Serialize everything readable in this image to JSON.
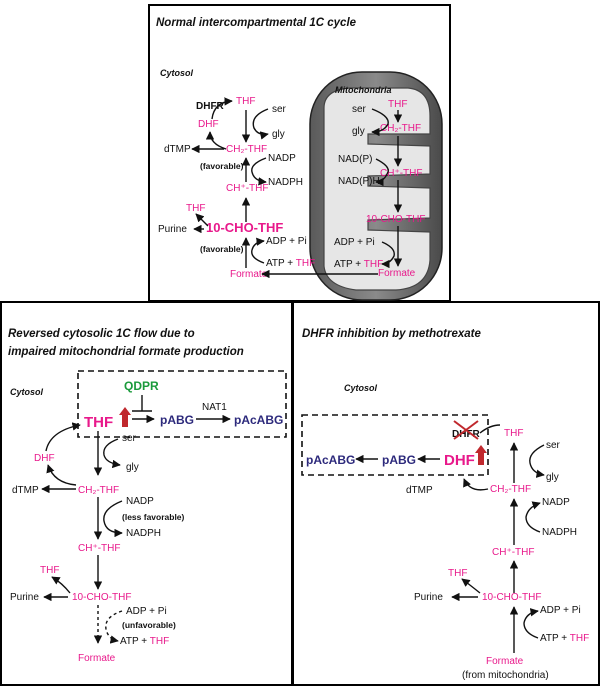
{
  "panels": {
    "top": {
      "title": "Normal intercompartmental 1C cycle",
      "cytosol": "Cytosol",
      "mito": "Mitochondria",
      "c": {
        "dhfr": "DHFR",
        "thf": "THF",
        "ser": "ser",
        "dhf": "DHF",
        "gly": "gly",
        "dtmp": "dTMP",
        "ch2": "CH₂-THF",
        "favorable": "(favorable)",
        "nadp": "NADP",
        "nadph": "NADPH",
        "chthf": "CH⁺-THF",
        "thf2": "THF",
        "purine": "Purine",
        "cho": "10-CHO-THF",
        "favorable2": "(favorable)",
        "adp": "ADP + Pi",
        "atp": "ATP + ",
        "thf3": "THF",
        "formate": "Formate"
      },
      "m": {
        "ser": "ser",
        "thf": "THF",
        "gly": "gly",
        "ch2": "CH₂-THF",
        "nadp": "NAD(P)",
        "nadph": "NAD(P)H",
        "chthf": "CH⁺-THF",
        "cho": "10-CHO-THF",
        "adp": "ADP + Pi",
        "atp": "ATP + ",
        "thf2": "THF",
        "formate": "Formate"
      }
    },
    "left": {
      "title1": "Reversed cytosolic 1C flow due to",
      "title2": "impaired mitochondrial formate production",
      "cytosol": "Cytosol",
      "qdpr": "QDPR",
      "thf": "THF",
      "pabg": "pABG",
      "nat1": "NAT1",
      "pacabg": "pAcABG",
      "ser": "ser",
      "dhf": "DHF",
      "gly": "gly",
      "dtmp": "dTMP",
      "ch2": "CH₂-THF",
      "nadp": "NADP",
      "less": "(less favorable)",
      "nadph": "NADPH",
      "chthf": "CH⁺-THF",
      "thf2": "THF",
      "purine": "Purine",
      "cho": "10-CHO-THF",
      "adp": "ADP + Pi",
      "unfav": "(unfavorable)",
      "atp": "ATP + ",
      "thf3": "THF",
      "formate": "Formate"
    },
    "right": {
      "title": "DHFR inhibition by methotrexate",
      "cytosol": "Cytosol",
      "pacabg": "pAcABG",
      "pabg": "pABG",
      "dhf": "DHF",
      "dhfr": "DHFR",
      "thf": "THF",
      "ser": "ser",
      "gly": "gly",
      "dtmp": "dTMP",
      "ch2": "CH₂-THF",
      "nadp": "NADP",
      "nadph": "NADPH",
      "chthf": "CH⁺-THF",
      "thf2": "THF",
      "purine": "Purine",
      "cho": "10-CHO-THF",
      "adp": "ADP + Pi",
      "atp": "ATP + ",
      "thf3": "THF",
      "formate": "Formate",
      "from": "(from mitochondria)"
    }
  },
  "colors": {
    "magenta": "#e8198b",
    "blue": "#2d2a7c",
    "green": "#1a9a3b",
    "red": "#c0282d"
  }
}
